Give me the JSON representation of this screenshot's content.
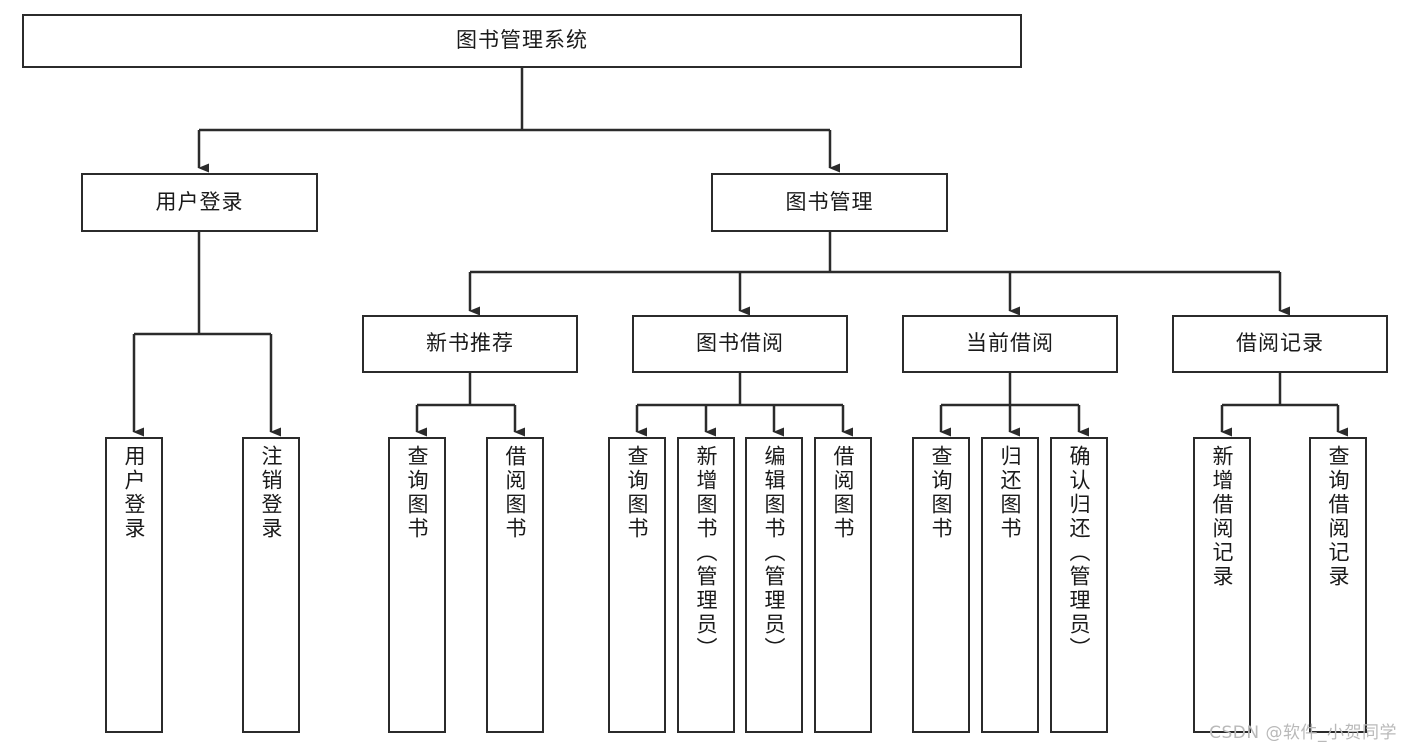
{
  "diagram": {
    "title": "图书管理系统",
    "type": "tree",
    "watermark": "CSDN @软件_小贺同学",
    "colors": {
      "stroke": "#2b2b2b",
      "fill": "#ffffff",
      "text": "#1a1a1a",
      "watermark": "#b9b9b9"
    },
    "root": {
      "label": "图书管理系统"
    },
    "level2": [
      {
        "label": "用户登录"
      },
      {
        "label": "图书管理"
      }
    ],
    "level3": [
      {
        "label": "新书推荐"
      },
      {
        "label": "图书借阅"
      },
      {
        "label": "当前借阅"
      },
      {
        "label": "借阅记录"
      }
    ],
    "leaves": {
      "user_login": [
        {
          "label": "用户登录"
        },
        {
          "label": "注销登录"
        }
      ],
      "new_book": [
        {
          "label": "查询图书"
        },
        {
          "label": "借阅图书"
        }
      ],
      "borrow": [
        {
          "label": "查询图书"
        },
        {
          "label": "新增图书（管理员）"
        },
        {
          "label": "编辑图书（管理员）"
        },
        {
          "label": "借阅图书"
        }
      ],
      "current": [
        {
          "label": "查询图书"
        },
        {
          "label": "归还图书"
        },
        {
          "label": "确认归还（管理员）"
        }
      ],
      "records": [
        {
          "label": "新增借阅记录"
        },
        {
          "label": "查询借阅记录"
        }
      ]
    }
  }
}
